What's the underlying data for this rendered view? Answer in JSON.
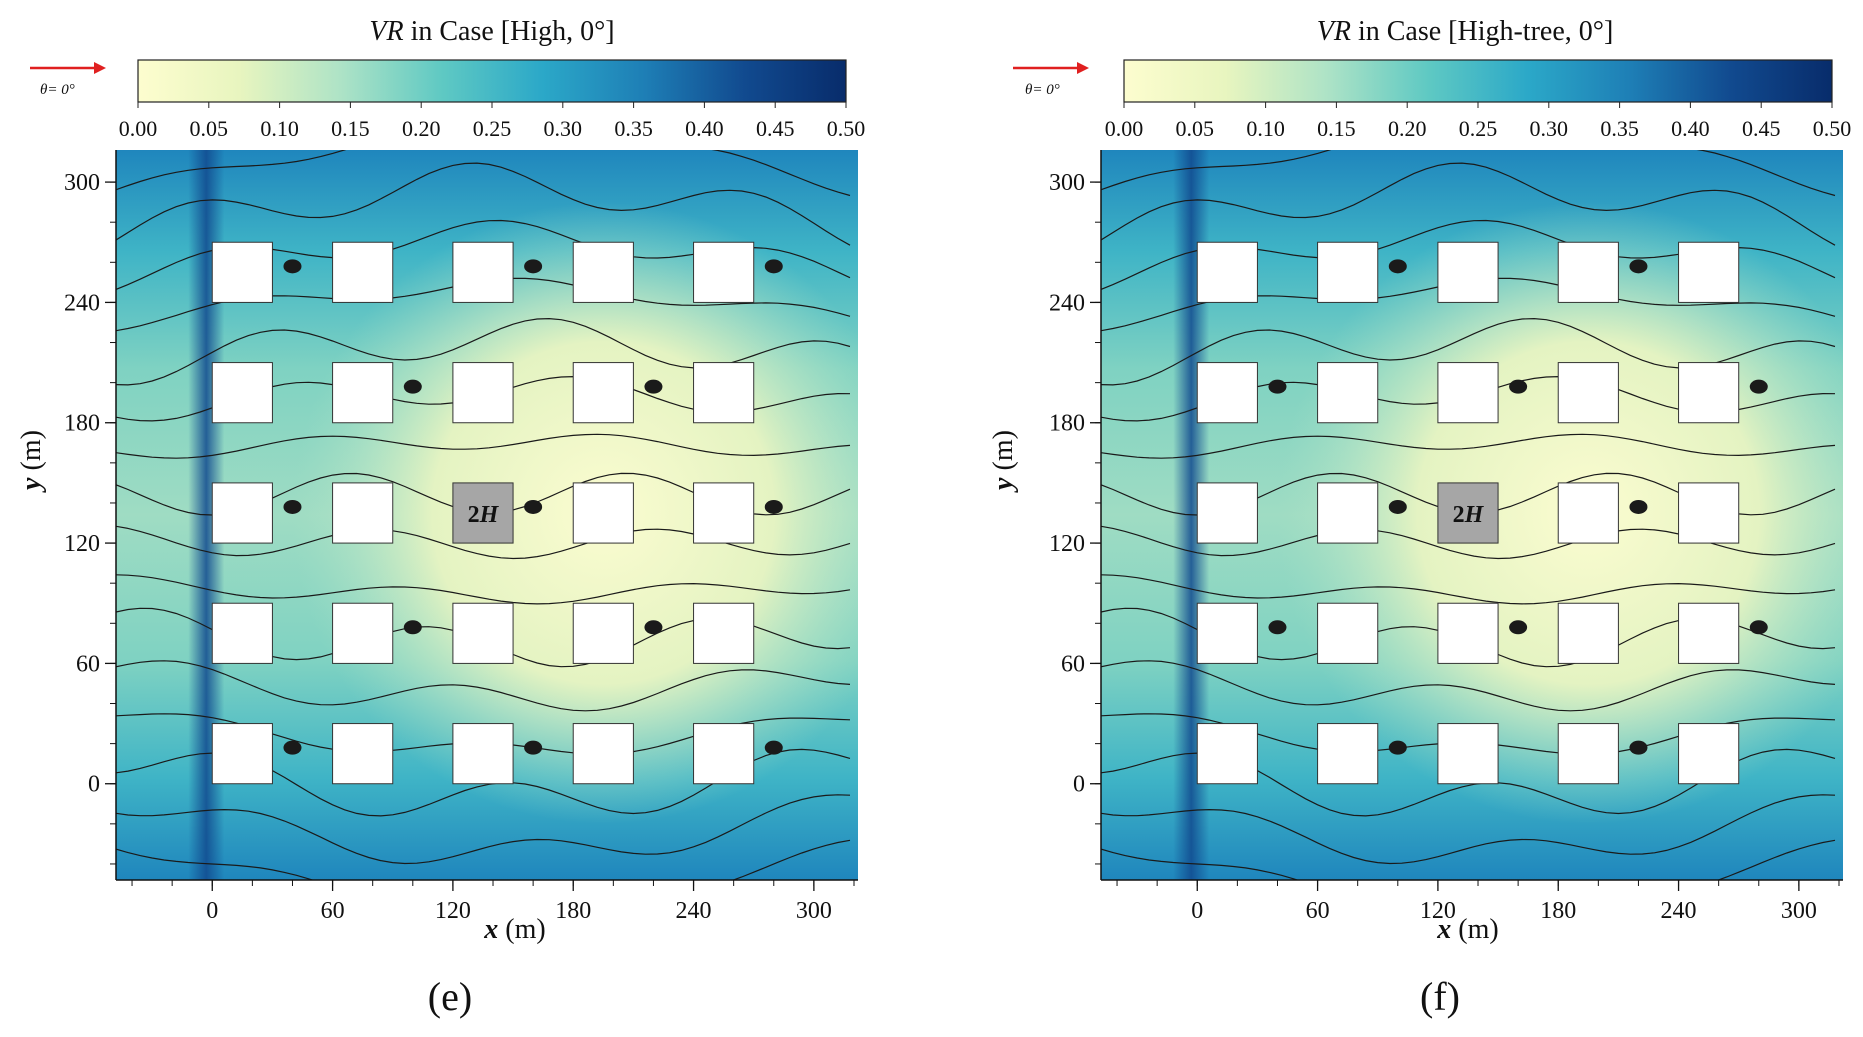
{
  "colormap": {
    "stops": [
      "#fdfdcf",
      "#e8f5bf",
      "#aee3c6",
      "#5fc9c3",
      "#2ba8c8",
      "#1e7fb6",
      "#114a8f",
      "#082c6b"
    ]
  },
  "block_fill": "#ffffff",
  "target_fill": "#a6a6a6",
  "arrow_color": "#e02020",
  "chart_data": [
    {
      "type": "heatmap",
      "panel_label": "(e)",
      "title_italic": "VR",
      "title_rest": " in Case [High, 0°]",
      "colorbar_ticks": [
        "0.00",
        "0.05",
        "0.10",
        "0.15",
        "0.20",
        "0.25",
        "0.30",
        "0.35",
        "0.40",
        "0.45",
        "0.50"
      ],
      "colorbar_range": [
        0,
        0.5
      ],
      "wind_label": "θ= 0°",
      "wind_direction_deg": 0,
      "xlabel_var": "x",
      "xlabel_unit": " (m)",
      "ylabel_var": "y",
      "ylabel_unit": " (m)",
      "xlim": [
        -48,
        322
      ],
      "ylim": [
        -48,
        316
      ],
      "xticks": [
        0,
        60,
        120,
        180,
        240,
        300
      ],
      "yticks": [
        0,
        60,
        120,
        180,
        240,
        300
      ],
      "xtick_labels": [
        "0",
        "60",
        "120",
        "180",
        "240",
        "300"
      ],
      "ytick_labels": [
        "0",
        "60",
        "120",
        "180",
        "240",
        "300"
      ],
      "blocks": {
        "x_starts": [
          0,
          60,
          120,
          180,
          240
        ],
        "y_starts": [
          0,
          60,
          120,
          180,
          240
        ],
        "size": 30
      },
      "target_block": {
        "col": 2,
        "row": 2,
        "label_text": "2",
        "label_italic": "H"
      }
    },
    {
      "type": "heatmap",
      "panel_label": "(f)",
      "title_italic": "VR",
      "title_rest": " in Case [High-tree, 0°]",
      "colorbar_ticks": [
        "0.00",
        "0.05",
        "0.10",
        "0.15",
        "0.20",
        "0.25",
        "0.30",
        "0.35",
        "0.40",
        "0.45",
        "0.50"
      ],
      "colorbar_range": [
        0,
        0.5
      ],
      "wind_label": "θ= 0°",
      "wind_direction_deg": 0,
      "xlabel_var": "x",
      "xlabel_unit": " (m)",
      "ylabel_var": "y",
      "ylabel_unit": " (m)",
      "xlim": [
        -48,
        322
      ],
      "ylim": [
        -48,
        316
      ],
      "xticks": [
        0,
        60,
        120,
        180,
        240,
        300
      ],
      "yticks": [
        0,
        60,
        120,
        180,
        240,
        300
      ],
      "xtick_labels": [
        "0",
        "60",
        "120",
        "180",
        "240",
        "300"
      ],
      "ytick_labels": [
        "0",
        "60",
        "120",
        "180",
        "240",
        "300"
      ],
      "blocks": {
        "x_starts": [
          0,
          60,
          120,
          180,
          240
        ],
        "y_starts": [
          0,
          60,
          120,
          180,
          240
        ],
        "size": 30
      },
      "target_block": {
        "col": 2,
        "row": 2,
        "label_text": "2",
        "label_italic": "H"
      }
    }
  ]
}
